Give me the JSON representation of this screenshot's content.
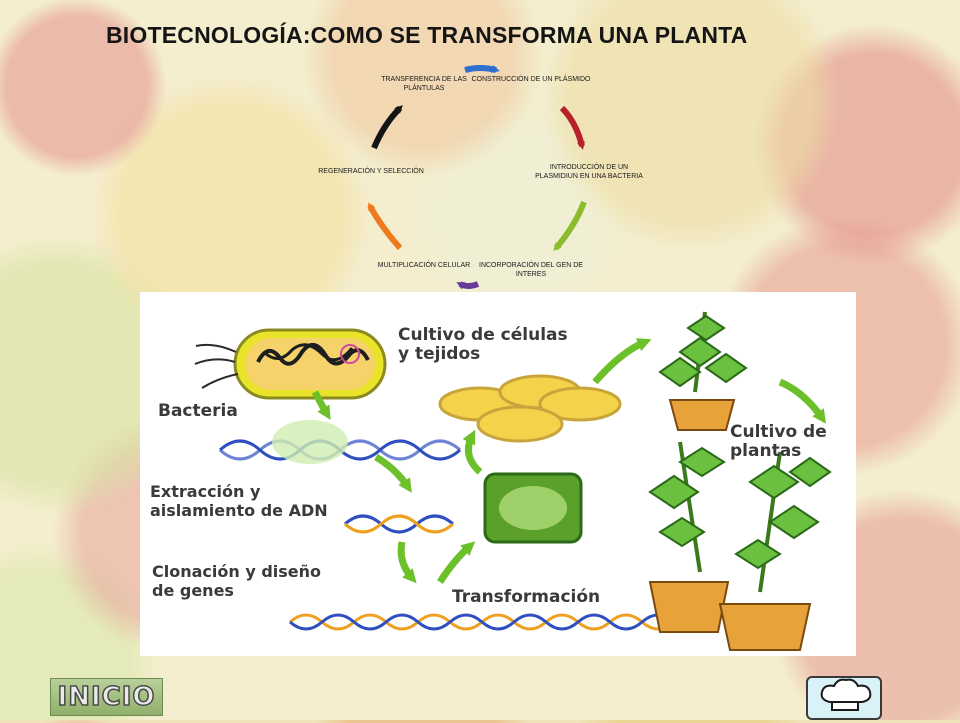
{
  "slide": {
    "title": "BIOTECNOLOGÍA:COMO SE TRANSFORMA UNA PLANTA"
  },
  "cycle": {
    "steps": [
      {
        "label": "CONSTRUCCIÓN DE UN PLÁSMIDO",
        "color": "#2f6fd0"
      },
      {
        "label": "INTRODUCCIÓN DE UN PLASMIDIUN EN UNA BACTERIA",
        "color": "#b8202a"
      },
      {
        "label": "INCORPORACIÓN DEL GEN DE INTERES",
        "color": "#8cbc2c"
      },
      {
        "label": "MULTIPLICACIÓN CELULAR",
        "color": "#6a3a9a"
      },
      {
        "label": "REGENERACIÓN Y SELECCIÓN",
        "color": "#ee7a1e"
      },
      {
        "label": "TRANSFERENCIA DE LAS PLÁNTULAS",
        "color": "#141414"
      }
    ]
  },
  "illustration": {
    "labels": {
      "bacteria": "Bacteria",
      "extraccion": "Extracción y\naislamiento de ADN",
      "clonacion": "Clonación y diseño\nde genes",
      "transformacion": "Transformación",
      "cultivo_celulas": "Cultivo de células\ny tejidos",
      "cultivo_plantas": "Cultivo de\nplantas"
    }
  },
  "nav": {
    "inicio_label": "INICIO",
    "chef_icon": "chef-hat-icon"
  }
}
